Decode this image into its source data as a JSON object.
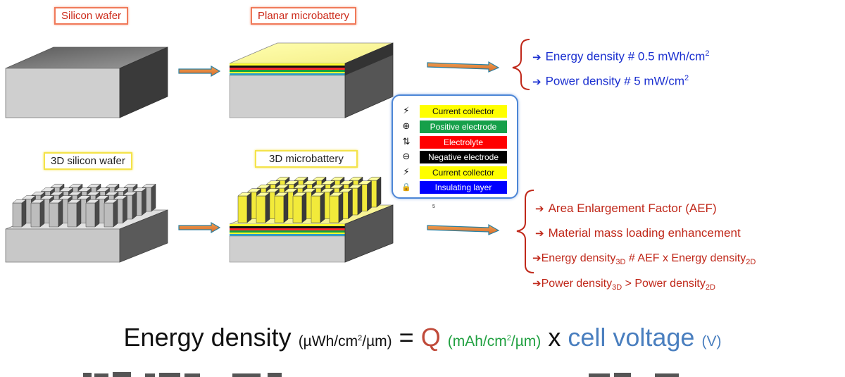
{
  "labels": {
    "silicon_wafer": "Silicon wafer",
    "planar_microbattery": "Planar microbattery",
    "silicon_wafer_3d": "3D silicon wafer",
    "microbattery_3d": "3D microbattery"
  },
  "legend": [
    {
      "icon": "lightning-icon",
      "glyph": "⚡",
      "label": "Current collector",
      "bg": "#ffff00",
      "fg": "#111111"
    },
    {
      "icon": "plus-circle-icon",
      "glyph": "⊕",
      "label": "Positive electrode",
      "bg": "#16a04a",
      "fg": "#ffffff"
    },
    {
      "icon": "exchange-arrows-icon",
      "glyph": "⇅",
      "label": "Electrolyte",
      "bg": "#ff0000",
      "fg": "#ffffff"
    },
    {
      "icon": "minus-circle-icon",
      "glyph": "⊖",
      "label": "Negative electrode",
      "bg": "#000000",
      "fg": "#ffffff"
    },
    {
      "icon": "lightning-icon",
      "glyph": "⚡",
      "label": "Current collector",
      "bg": "#ffff00",
      "fg": "#111111"
    },
    {
      "icon": "lock-icon",
      "glyph": "🔒",
      "label": "Insulating layer",
      "bg": "#0000ff",
      "fg": "#ffffff"
    }
  ],
  "small_mark": "5",
  "planar_results": {
    "energy": {
      "text": "Energy density # 0.5 mWh/cm",
      "sup": "2"
    },
    "power": {
      "text": "Power density # 5 mW/cm",
      "sup": "2"
    }
  },
  "results_3d": {
    "aef": "Area Enlargement Factor (AEF)",
    "mass": "Material mass loading enhancement",
    "energy": {
      "a": "Energy density",
      "sub1": "3D",
      "b": " # AEF x Energy density",
      "sub2": "2D"
    },
    "power": {
      "a": "Power density",
      "sub1": "3D",
      "b": " > Power density",
      "sub2": "2D"
    }
  },
  "formula": {
    "lhs": "Energy density",
    "lhs_units": "(µWh/cm",
    "lhs_units_sup": "2",
    "lhs_units_end": "/µm)",
    "eq": "=",
    "q": "Q",
    "q_units": "(mAh/cm",
    "q_units_sup": "2",
    "q_units_end": "/µm)",
    "times": "x",
    "cv": "cell voltage",
    "cv_units": "(V)"
  },
  "colors": {
    "blue_text": "#1a2fd0",
    "red_text": "#c0281a",
    "arrow_fill": "#e07a3a",
    "arrow_edge": "#2a7fa0"
  }
}
